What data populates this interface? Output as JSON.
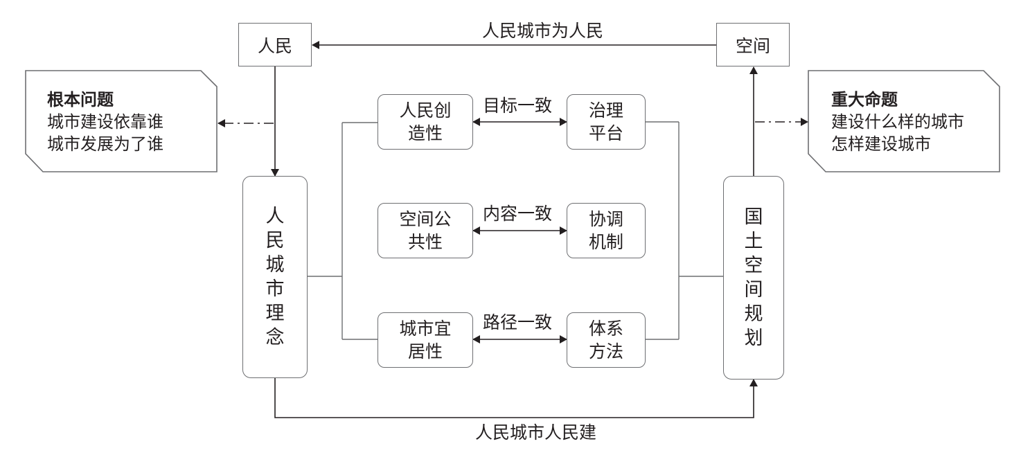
{
  "nodes": {
    "people": "人民",
    "space": "空间",
    "concept": "人民城市理念",
    "planning": "国土空间规划",
    "creativity": "人民创造性",
    "platform": "治理平台",
    "public_space": "空间公共性",
    "coordination": "协调机制",
    "livability": "城市宜居性",
    "system": "体系方法"
  },
  "edges": {
    "top": "人民城市为人民",
    "bottom": "人民城市人民建",
    "goal": "目标一致",
    "content": "内容一致",
    "path": "路径一致"
  },
  "notes": {
    "left": {
      "title": "根本问题",
      "line1": "城市建设依靠谁",
      "line2": "城市发展为了谁"
    },
    "right": {
      "title": "重大命题",
      "line1": "建设什么样的城市",
      "line2": "怎样建设城市"
    }
  },
  "colors": {
    "line": "#231f20",
    "frame": "#6d6e71",
    "text": "#231f20"
  }
}
